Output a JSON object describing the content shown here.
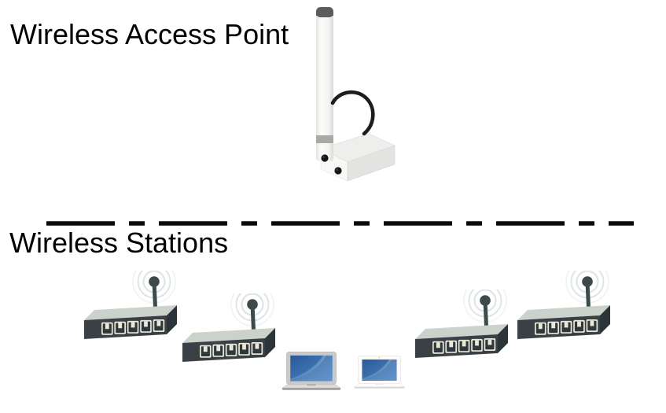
{
  "labels": {
    "access_point": "Wireless Access Point",
    "stations": "Wireless Stations"
  },
  "diagram": {
    "type": "wireless-network-topology",
    "divider_style": "dashed-line",
    "access_point": {
      "kind": "outdoor antenna access point with junction box",
      "count": 1
    },
    "stations": [
      {
        "id": "router-1",
        "kind": "wireless router with antenna",
        "ports": 5
      },
      {
        "id": "router-2",
        "kind": "wireless router with antenna",
        "ports": 5
      },
      {
        "id": "laptop-1",
        "kind": "silver laptop"
      },
      {
        "id": "laptop-2",
        "kind": "white laptop"
      },
      {
        "id": "router-3",
        "kind": "wireless router with antenna",
        "ports": 5
      },
      {
        "id": "router-4",
        "kind": "wireless router with antenna",
        "ports": 5
      }
    ]
  },
  "colors": {
    "background": "#ffffff",
    "text": "#000000",
    "divider": "#0a0a0a",
    "router_front": "#3a4146",
    "router_side": "#2b3438",
    "router_top": "#cbd2cc",
    "router_port": "#ebe8d8",
    "router_port_inner": "#2f383c",
    "antenna_dark": "#3c4a4a",
    "wave_ring": "#dfe5e6",
    "ap_body_light": "#f7f7f5",
    "ap_cap": "#5c5c5c",
    "ap_band": "#a9a9a5",
    "cable": "#1d1d1d",
    "screen_blue_dark": "#2a5a98",
    "screen_blue_light": "#4c86c6",
    "laptop_silver": "#cacac8",
    "laptop_white": "#fcfcfb"
  }
}
